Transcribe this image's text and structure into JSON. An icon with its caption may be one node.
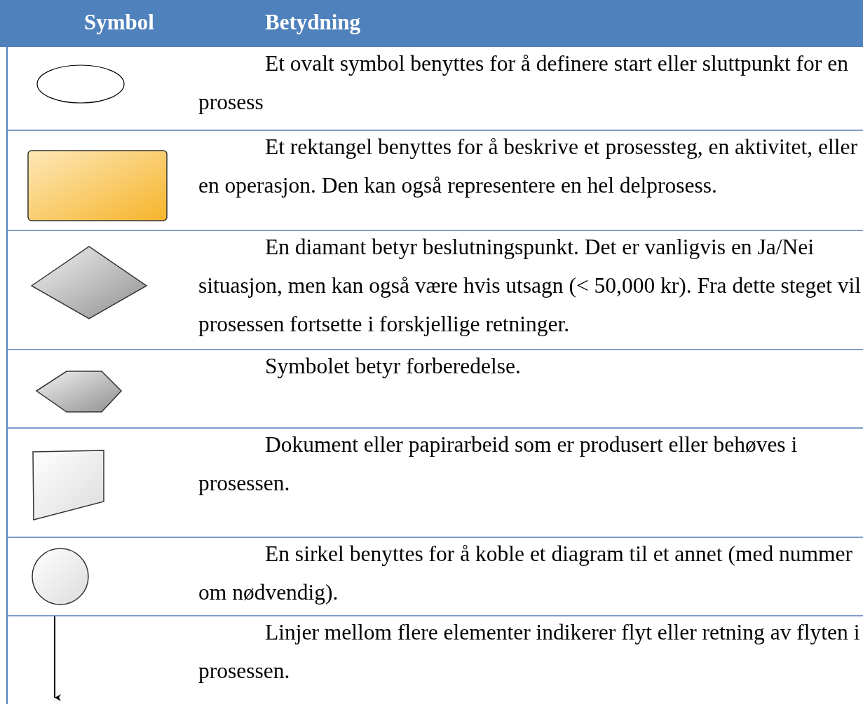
{
  "diagram": {
    "nodes": [
      {
        "text": [],
        "shape": "oval"
      },
      {
        "text": [],
        "shape": "box"
      },
      {
        "text": [],
        "shape": "diamond"
      },
      {
        "text": [],
        "shape": "hexagon"
      },
      {
        "text": [],
        "shape": "document"
      },
      {
        "text": [],
        "shape": "circle"
      }
    ],
    "labels": [
      "Symbol",
      "Betydning",
      "Et ovalt symbol benyttes for å definere start eller sluttpunkt for en prosess",
      "Et rektangel benyttes for å beskrive et prosessteg, en aktivitet, eller en operasjon. Den kan også representere en hel delprosess.",
      "En diamant betyr beslutningspunkt. Det er vanligvis en Ja/Nei situasjon, men kan også være hvis utsagn (< 50,000 kr). Fra dette steget vil prosessen fortsette i forskjellige retninger.",
      "Symbolet betyr forberedelse.",
      "Dokument eller papirarbeid som er produsert eller behøves i prosessen.",
      "En sirkel benyttes for å koble et diagram til et annet (med nummer om nødvendig).",
      "Linjer mellom flere elementer indikerer flyt eller retning av flyten i prosessen."
    ]
  }
}
